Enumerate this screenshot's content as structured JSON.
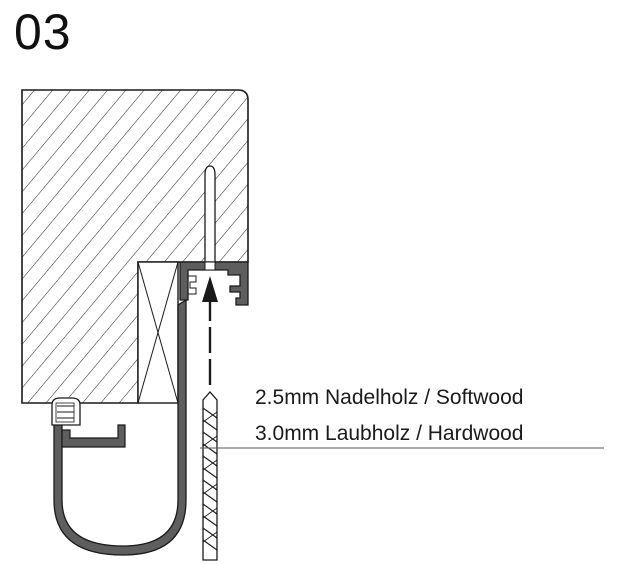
{
  "step": {
    "number": "03"
  },
  "annotation": {
    "line1": "2.5mm Nadelholz / Softwood",
    "line2": "3.0mm Laubholz / Hardwood"
  },
  "colors": {
    "stroke": "#1a1a1a",
    "profile_fill": "#5e5e5e",
    "background": "#ffffff"
  },
  "icons": {
    "direction": "arrow-up-icon",
    "tool": "drill-bit-icon",
    "fastener": "screw-icon"
  }
}
